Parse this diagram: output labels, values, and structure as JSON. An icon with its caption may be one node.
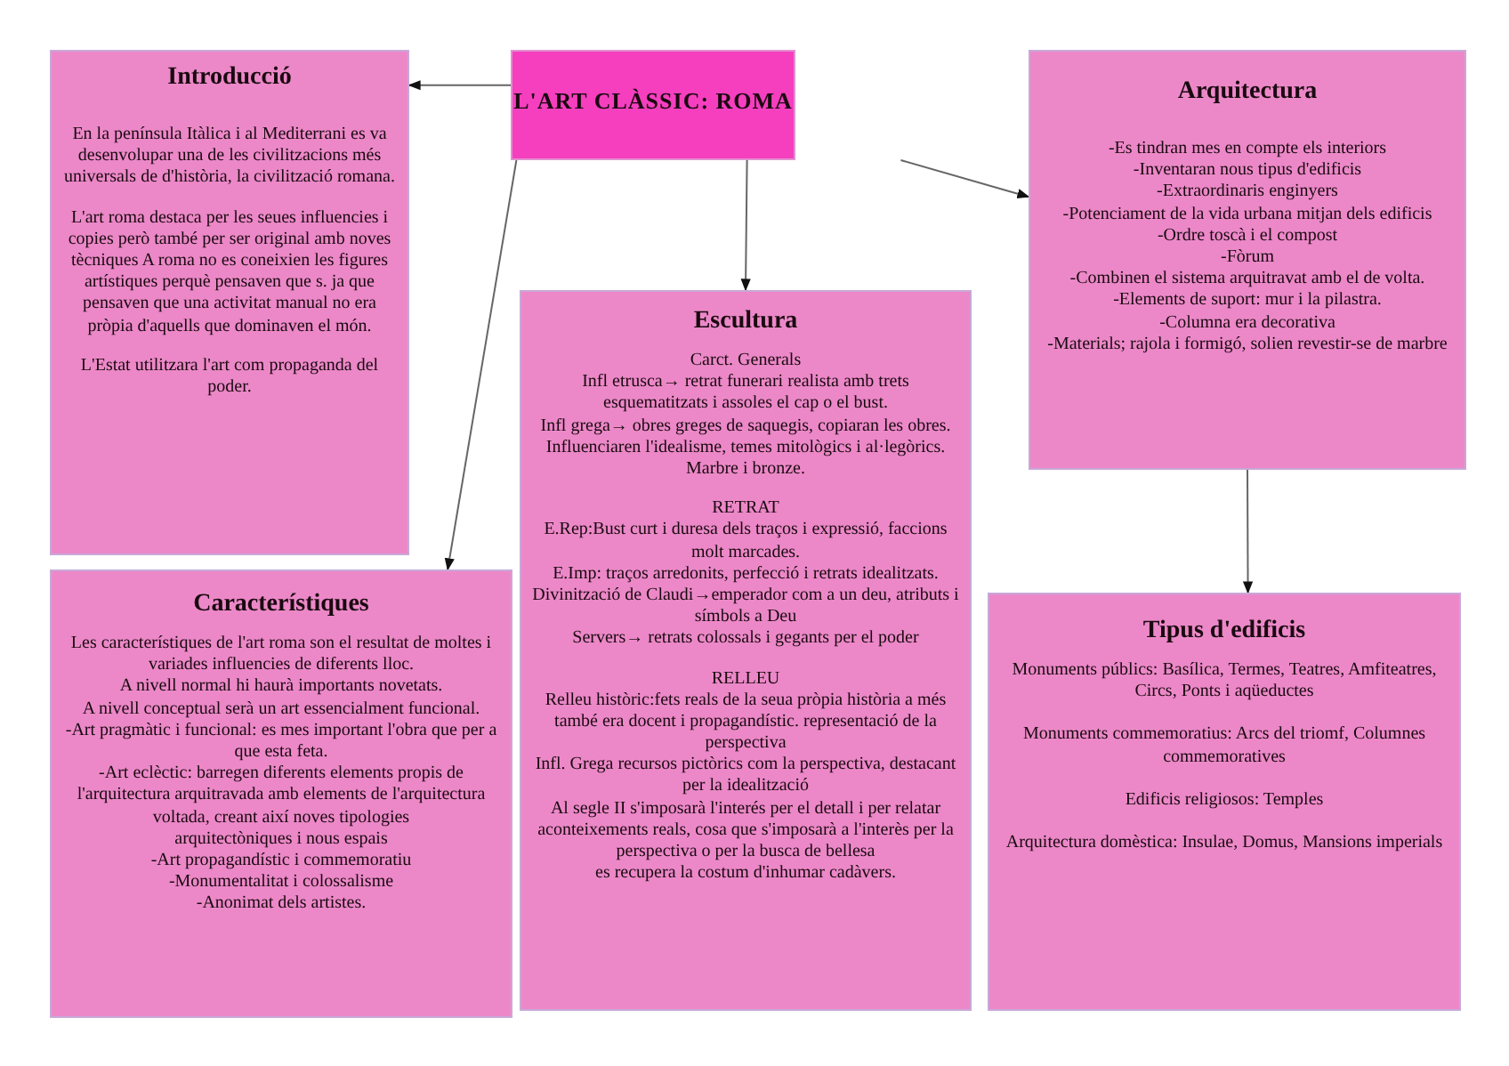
{
  "diagram": {
    "nodes": [
      {
        "text": [
          "L'ART CLÀSSIC: ROMA"
        ]
      },
      {
        "text": [
          "Introducció",
          "En la península Itàlica i al Mediterrani es va desenvolupar una de les civilitzacions més universals de d'història, la civilització romana.",
          "L'art roma destaca per les seues influencies i copies però també per ser original amb noves tècniques A roma no es coneixien les figures artístiques perquè pensaven que s. ja que pensaven que una activitat manual no era pròpia d'aquells que dominaven el món.",
          "L'Estat utilitzara l'art com propaganda del poder."
        ]
      },
      {
        "text": [
          "Característiques",
          "Les característiques de l'art roma son el resultat de moltes i variades influencies de diferents lloc.",
          "A nivell normal hi haurà importants novetats.",
          "A nivell conceptual serà un art essencialment funcional.",
          "-Art pragmàtic i funcional: es mes important l'obra que per a que esta feta.",
          "-Art eclèctic: barregen diferents elements propis de l'arquitectura arquitravada amb elements de l'arquitectura voltada, creant així noves tipologies",
          "arquitectòniques i nous espais",
          "-Art propagandístic i commemoratiu",
          "-Monumentalitat i colossalisme",
          "-Anonimat dels artistes."
        ]
      },
      {
        "text": [
          "Escultura",
          "Carct. Generals",
          "Infl etrusca→ retrat funerari realista amb trets esquematitzats i assoles el cap o el bust.",
          "Infl grega→ obres greges de saquegis, copiaran les obres. Influenciaren l'idealisme, temes mitològics i al·legòrics. Marbre i bronze.",
          "RETRAT",
          "E.Rep:Bust curt i duresa dels traços i expressió, faccions molt marcades.",
          "E.Imp: traços arredonits, perfecció i retrats idealitzats.",
          "Divinització de Claudi→emperador com a un deu, atributs i símbols a Deu",
          "Servers→ retrats colossals i gegants per el poder",
          "RELLEU",
          "Relleu històric:fets reals de la seua pròpia història a més també era docent i propagandístic. representació de la perspectiva",
          "Infl. Grega recursos pictòrics com la perspectiva, destacant per la idealització",
          "Al segle II s'imposarà l'interés per el detall i per relatar aconteixements reals, cosa que s'imposarà a l'interès per la perspectiva o per la busca de bellesa",
          "es recupera la costum d'inhumar cadàvers."
        ]
      },
      {
        "text": [
          "Arquitectura",
          "-Es tindran mes en compte els interiors",
          "-Inventaran nous tipus d'edificis",
          "-Extraordinaris enginyers",
          "-Potenciament de la vida urbana mitjan dels edificis",
          "-Ordre toscà i el compost",
          "-Fòrum",
          "-Combinen el sistema arquitravat amb el de volta.",
          "-Elements de suport: mur i la pilastra.",
          "-Columna era decorativa",
          "-Materials; rajola i formigó, solien revestir-se de marbre"
        ]
      },
      {
        "text": [
          "Tipus d'edificis",
          "Monuments públics: Basílica, Termes, Teatres, Amfiteatres, Circs, Ponts i aqüeductes",
          "Monuments commemoratius: Arcs del triomf, Columnes commemoratives",
          "Edificis religiosos: Temples",
          "Arquitectura domèstica: Insulae, Domus, Mansions imperials"
        ]
      }
    ],
    "edges": [
      {
        "from": 0,
        "to": 1,
        "arrow": "to"
      },
      {
        "from": 0,
        "to": 2,
        "arrow": "to"
      },
      {
        "from": 0,
        "to": 3,
        "arrow": "to"
      },
      {
        "from": 0,
        "to": 4,
        "arrow": "to"
      },
      {
        "from": 4,
        "to": 5,
        "arrow": "to"
      }
    ]
  }
}
